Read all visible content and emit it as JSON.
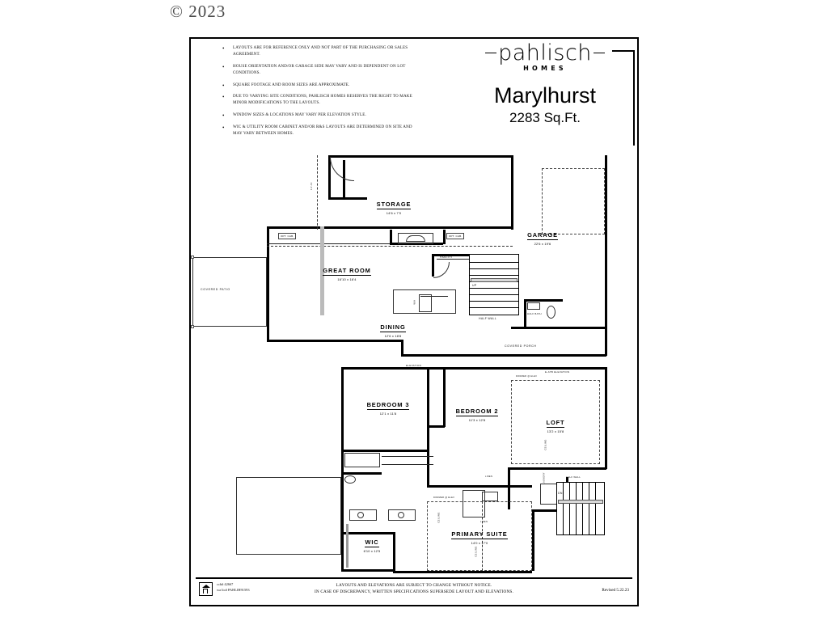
{
  "copyright": "© 2023",
  "disclaimer_notes": [
    "LAYOUTS ARE FOR REFERENCE ONLY AND NOT PART OF THE PURCHASING OR SALES AGREEMENT.",
    "HOUSE ORIENTATION AND/OR GARAGE SIDE MAY VARY AND IS DEPENDENT ON LOT CONDITIONS.",
    "SQUARE FOOTAGE AND ROOM SIZES ARE APPROXIMATE.",
    "DUE TO VARYING SITE CONDITIONS, PAHLISCH HOMES RESERVES THE RIGHT TO MAKE MINOR MODIFICATIONS TO THE LAYOUTS.",
    "WINDOW SIZES & LOCATIONS MAY VARY PER ELEVATION STYLE.",
    "WIC & UTILITY ROOM CABINET AND/OR R&S LAYOUTS ARE DETERMINED ON SITE AND MAY VARY BETWEEN HOMES."
  ],
  "brand": {
    "name": "pahlisch",
    "sub": "HOMES",
    "plan_name": "Marylhurst",
    "square_feet": "2283 Sq.Ft."
  },
  "main_floor": {
    "rooms": [
      {
        "name": "STORAGE",
        "dim": "14'6 x 7'0"
      },
      {
        "name": "GARAGE",
        "dim": "22'6 x 19'6"
      },
      {
        "name": "GREAT ROOM",
        "dim": "16'10 x 16'4"
      },
      {
        "name": "DINING",
        "dim": "12'6 x 18'8"
      }
    ],
    "annotations": {
      "covered_patio": "COVERED PATIO",
      "covered_porch": "COVERED PORCH",
      "pantry": "PANTRY",
      "half_bath": "HALF BATH",
      "half_wall": "HALF WALL",
      "opt_cab_left": "OPT. CAB.",
      "opt_cab_right": "OPT. CAB.",
      "up": "UP",
      "elevation": "ELEVATION",
      "elevation_right": "E-ATB ELEVATION",
      "wh": "W/H",
      "dim_left": "14'-6±"
    }
  },
  "upper_floor": {
    "rooms": [
      {
        "name": "BEDROOM 3",
        "dim": "12'1 x 11'8"
      },
      {
        "name": "BEDROOM 2",
        "dim": "11'3 x 12'8"
      },
      {
        "name": "LOFT",
        "dim": "13'2 x 15'8"
      },
      {
        "name": "PRIMARY SUITE",
        "dim": "14'0 x 17'0"
      },
      {
        "name": "WIC",
        "dim": "6'10 x 12'5"
      }
    ],
    "annotations": {
      "dormer_loft": "DORMER @ ELEV",
      "dormer_primary": "DORMER @ ELEV",
      "ceiling_loft": "CEILING",
      "ceiling_primary": "CEILING",
      "ceiling_primary2": "CEILING",
      "linen1": "LINEN",
      "linen2": "LINEN",
      "half_wall": "HALF WALL",
      "dn": "DN",
      "laundry": "LAUNDRY"
    }
  },
  "footer": {
    "ccb": "ccb# 42667",
    "wa_lic": "wa lic# PAHLIH91593",
    "notice_line1": "LAYOUTS AND ELEVATIONS ARE SUBJECT TO CHANGE WITHOUT NOTICE.",
    "notice_line2": "IN CASE OF DISCREPANCY, WRITTEN SPECIFICATIONS SUPERSEDE LAYOUT AND ELEVATIONS.",
    "revised": "Revised 5.22.23"
  }
}
